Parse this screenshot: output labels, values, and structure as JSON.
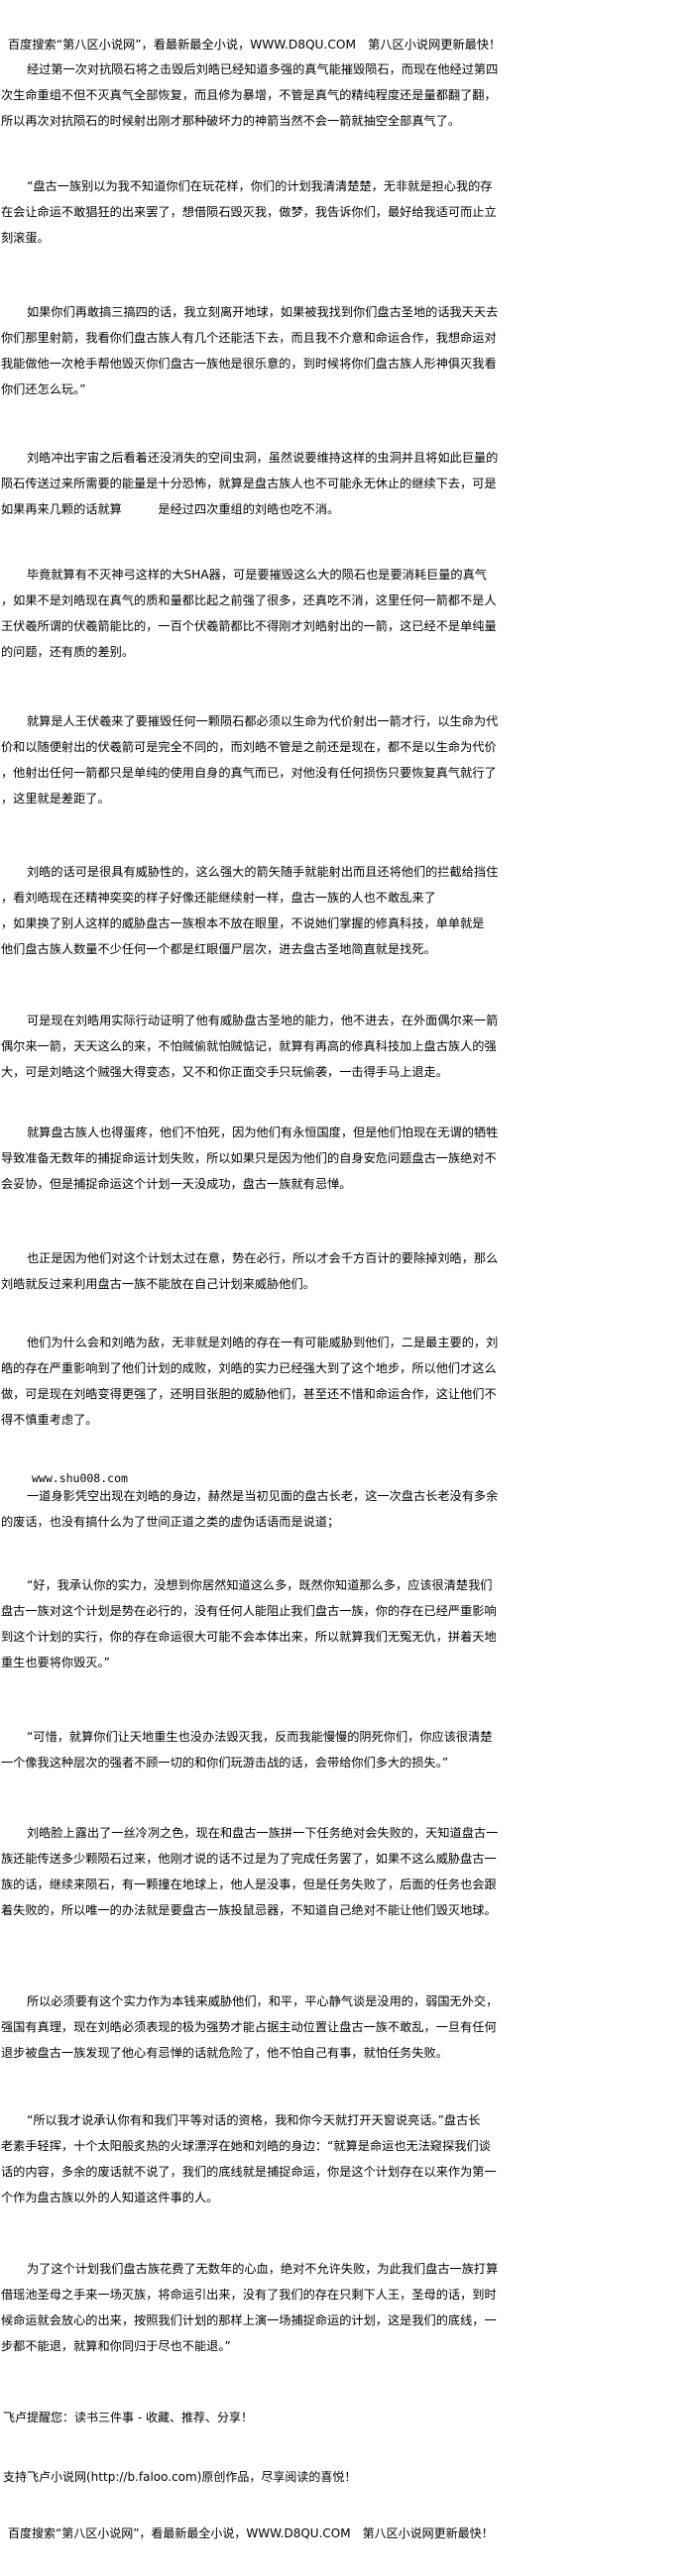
{
  "header": {
    "banner": "百度搜索“第八区小说网”，看最新最全小说，WWW.D8QU.COM　第八区小说网更新最快！"
  },
  "chapter": {
    "paragraphs": [
      {
        "lines": [
          "经过第一次对抗陨石将之击毁后刘皓已经知道多强的真气能摧毁陨石，而现在他经过第四",
          "次生命重组不但不灭真气全部恢复，而且修为暴增，不管是真气的精纯程度还是量都翻了翻，",
          "所以再次对抗陨石的时候射出刚才那种破坏力的神箭当然不会一箭就抽空全部真气了。"
        ]
      },
      {
        "lines": [
          "“盘古一族别以为我不知道你们在玩花样，你们的计划我清清楚楚，无非就是担心我的存",
          "在会让命运不敢猖狂的出来罢了，想借陨石毁灭我，做梦，我告诉你们，最好给我适可而止立",
          "刻滚蛋。"
        ]
      },
      {
        "lines": [
          "如果你们再敢搞三搞四的话，我立刻离开地球，如果被我找到你们盘古圣地的话我天天去",
          "你们那里射箭，我看你们盘古族人有几个还能活下去，而且我不介意和命运合作，我想命运对",
          "我能做他一次枪手帮他毁灭你们盘古一族他是很乐意的，到时候将你们盘古族人形神俱灭我看",
          "你们还怎么玩。”"
        ]
      },
      {
        "lines": [
          "刘皓冲出宇宙之后看着还没消失的空间虫洞，虽然说要维持这样的虫洞并且将如此巨量的",
          "陨石传送过来所需要的能量是十分恐怖，就算是盘古族人也不可能永无休止的继续下去，可是",
          "如果再来几颗的话就算　　　是经过四次重组的刘皓也吃不消。"
        ]
      },
      {
        "lines": [
          "毕竟就算有不灭神弓这样的大SHA器，可是要摧毁这么大的陨石也是要消耗巨量的真气",
          "，如果不是刘皓现在真气的质和量都比起之前强了很多，还真吃不消，这里任何一箭都不是人",
          "王伏羲所谓的伏羲箭能比的，一百个伏羲箭都比不得刚才刘皓射出的一箭，这已经不是单纯量",
          "的问题，还有质的差别。"
        ]
      },
      {
        "lines": [
          "就算是人王伏羲来了要摧毁任何一颗陨石都必须以生命为代价射出一箭才行，以生命为代",
          "价和以随便射出的伏羲箭可是完全不同的，而刘皓不管是之前还是现在，都不是以生命为代价",
          "，他射出任何一箭都只是单纯的使用自身的真气而已，对他没有任何损伤只要恢复真气就行了",
          "，这里就是差距了。"
        ]
      },
      {
        "lines": [
          "刘皓的话可是很具有威胁性的，这么强大的箭矢随手就能射出而且还将他们的拦截给挡住",
          "，看刘皓现在还精神奕奕的样子好像还能继续射一样，盘古一族的人也不敢乱来了",
          "，如果换了别人这样的威胁盘古一族根本不放在眼里，不说她们掌握的修真科技，单单就是",
          "他们盘古族人数量不少任何一个都是红眼僵尸层次，进去盘古圣地简直就是找死。"
        ]
      },
      {
        "lines": [
          "可是现在刘皓用实际行动证明了他有威胁盘古圣地的能力，他不进去，在外面偶尔来一箭",
          "偶尔来一箭，天天这么的来，不怕贼偷就怕贼惦记，就算有再高的修真科技加上盘古族人的强",
          "大，可是刘皓这个贼强大得变态，又不和你正面交手只玩偷袭，一击得手马上退走。"
        ]
      },
      {
        "lines": [
          "就算盘古族人也得蛋疼，他们不怕死，因为他们有永恒国度，但是他们怕现在无谓的牺牲",
          "导致准备无数年的捕捉命运计划失败，所以如果只是因为他们的自身安危问题盘古一族绝对不",
          "会妥协，但是捕捉命运这个计划一天没成功，盘古一族就有忌惮。"
        ]
      },
      {
        "lines": [
          "也正是因为他们对这个计划太过在意，势在必行，所以才会千方百计的要除掉刘皓，那么",
          "刘皓就反过来利用盘古一族不能放在自己计划来威胁他们。"
        ]
      },
      {
        "lines": [
          "他们为什么会和刘皓为敌，无非就是刘皓的存在一有可能威胁到他们，二是最主要的，刘",
          "皓的存在严重影响到了他们计划的成败，刘皓的实力已经强大到了这个地步，所以他们才这么",
          "做，可是现在刘皓变得更强了，还明目张胆的威胁他们，甚至还不惜和命运合作，这让他们不",
          "得不慎重考虑了。"
        ]
      },
      {
        "lines": [
          "一道身影凭空出现在刘皓的身边，赫然是当初见面的盘古长老，这一次盘古长老没有多余",
          "的废话，也没有搞什么为了世间正道之类的虚伪话语而是说道；"
        ]
      },
      {
        "lines": [
          "“好，我承认你的实力，没想到你居然知道这么多，既然你知道那么多，应该很清楚我们",
          "盘古一族对这个计划是势在必行的，没有任何人能阻止我们盘古一族，你的存在已经严重影响",
          "到这个计划的实行，你的存在命运很大可能不会本体出来，所以就算我们无冤无仇，拼着天地",
          "重生也要将你毁灭。”"
        ]
      },
      {
        "lines": [
          "“可惜，就算你们让天地重生也没办法毁灭我，反而我能慢慢的阴死你们，你应该很清楚",
          "一个像我这种层次的强者不顾一切的和你们玩游击战的话，会带给你们多大的损失。”"
        ]
      },
      {
        "lines": [
          "刘皓脸上露出了一丝冷冽之色，现在和盘古一族拼一下任务绝对会失败的，天知道盘古一",
          "族还能传送多少颗陨石过来，他刚才说的话不过是为了完成任务罢了，如果不这么威胁盘古一",
          "族的话，继续来陨石，有一颗撞在地球上，他人是没事，但是任务失败了，后面的任务也会跟",
          "着失败的，所以唯一的办法就是要盘古一族投鼠忌器，不知道自己绝对不能让他们毁灭地球。"
        ]
      },
      {
        "lines": [
          "所以必须要有这个实力作为本钱来威胁他们，和平，平心静气谈是没用的，弱国无外交，",
          "强国有真理，现在刘皓必须表现的极为强势才能占据主动位置让盘古一族不敢乱，一旦有任何",
          "退步被盘古一族发现了他心有忌惮的话就危险了，他不怕自己有事，就怕任务失败。"
        ]
      },
      {
        "lines": [
          "“所以我才说承认你有和我们平等对话的资格，我和你今天就打开天窗说亮话。”盘古长",
          "老素手轻挥，十个太阳般炙热的火球漂浮在她和刘皓的身边：“就算是命运也无法窥探我们谈",
          "话的内容，多余的废话就不说了，我们的底线就是捕捉命运，你是这个计划存在以来作为第一",
          "个作为盘古族以外的人知道这件事的人。"
        ]
      },
      {
        "lines": [
          "为了这个计划我们盘古族花费了无数年的心血，绝对不允许失败，为此我们盘古一族打算",
          "借瑶池圣母之手来一场灭族，将命运引出来，没有了我们的存在只剩下人王，圣母的话，到时",
          "候命运就会放心的出来，按照我们计划的那样上演一场捕捉命运的计划，这是我们的底线，一",
          "步都不能退，就算和你同归于尽也不能退。”"
        ]
      }
    ],
    "source_url": "www.shu008.com"
  },
  "footer": {
    "reminder": "飞卢提醒您：读书三件事 - 收藏、推荐、分享！",
    "support": "支持飞卢小说网(http://b.faloo.com)原创作品，尽享阅读的喜悦！",
    "banner": "百度搜索“第八区小说网”，看最新最全小说，WWW.D8QU.COM　第八区小说网更新最快！"
  }
}
